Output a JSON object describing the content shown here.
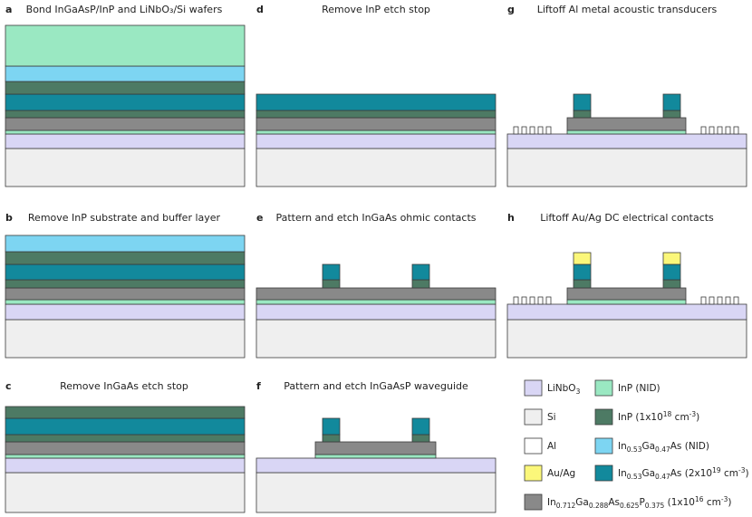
{
  "colors": {
    "LiNbO3": "#d9d6f5",
    "Si": "#efefef",
    "Al": "#ffffff",
    "AuAg": "#fbf77a",
    "InP_NID": "#9ae8c2",
    "InP_doped": "#4d7a64",
    "InGaAs_NID": "#7dd5f2",
    "InGaAs_doped": "#12899c",
    "InGaAsP": "#898989"
  },
  "panels": [
    {
      "label": "a",
      "title": "Bond InGaAsP/InP and LiNbO₃/Si wafers"
    },
    {
      "label": "b",
      "title": "Remove InP substrate and buffer layer"
    },
    {
      "label": "c",
      "title": "Remove InGaAs etch stop"
    },
    {
      "label": "d",
      "title": "Remove InP etch stop"
    },
    {
      "label": "e",
      "title": "Pattern and etch InGaAs ohmic contacts"
    },
    {
      "label": "f",
      "title": "Pattern and etch InGaAsP waveguide"
    },
    {
      "label": "g",
      "title": "Liftoff Al metal acoustic transducers"
    },
    {
      "label": "h",
      "title": "Liftoff Au/Ag DC electrical contacts"
    }
  ],
  "legend": {
    "linbo3": {
      "base": "LiNbO",
      "sub": "3"
    },
    "si": "Si",
    "al": "Al",
    "auag": "Au/Ag",
    "inp_nid": "InP (NID)",
    "inp_doped": {
      "pre": "InP (1x10",
      "sup": "18",
      "post": " cm",
      "sup2": "-3",
      "end": ")"
    },
    "ingaas_nid": {
      "a": "In",
      "as": "0.53",
      "b": "Ga",
      "bs": "0.47",
      "c": "As (NID)"
    },
    "ingaas_doped": {
      "a": "In",
      "as": "0.53",
      "b": "Ga",
      "bs": "0.47",
      "c": "As (2x10",
      "sup": "19",
      "d": " cm",
      "sup2": "-3",
      "e": ")"
    },
    "ingaasp": {
      "a": "In",
      "as": "0.712",
      "b": "Ga",
      "bs": "0.288",
      "c": "As",
      "cs": "0.625",
      "d": "P",
      "ds": "0.375",
      "e": " (1x10",
      "sup": "16",
      "f": " cm",
      "sup2": "-3",
      "g": ")"
    }
  }
}
